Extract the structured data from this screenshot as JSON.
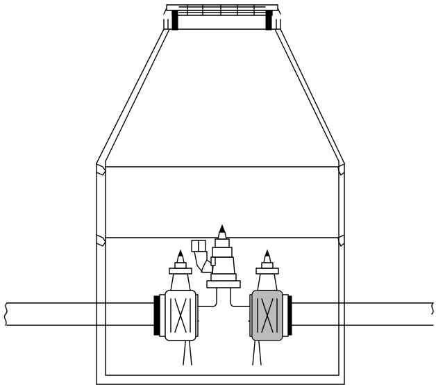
{
  "drawing": {
    "type": "technical-line-drawing",
    "components": [
      "manhole-cover",
      "manhole-cone-section",
      "manhole-riser-section",
      "chamber-base",
      "inlet-pipe",
      "outlet-pipe",
      "left-gate-valve",
      "right-gate-valve",
      "pressure-reducing-valve",
      "pilot-valve"
    ],
    "colors": {
      "line": "#000000",
      "background": "#ffffff",
      "shade": "#bbbbbb"
    }
  }
}
